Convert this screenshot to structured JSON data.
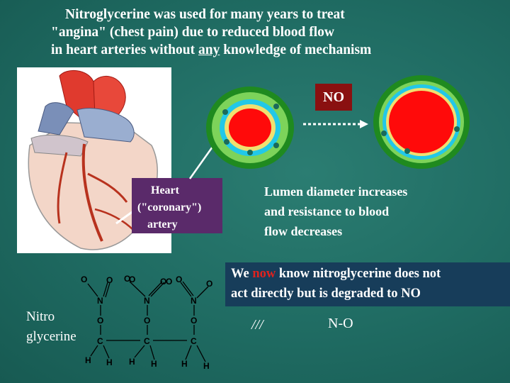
{
  "title": {
    "line1": "Nitroglycerine was used for many years to treat",
    "line2": "\"angina\" (chest pain) due to reduced blood flow",
    "line3_pre": "in heart arteries without ",
    "line3_em": "any",
    "line3_post": " knowledge of mechanism"
  },
  "heart_label": {
    "line1": "Heart",
    "line2": "(\"coronary\")",
    "line3": "artery"
  },
  "no_label": "NO",
  "lumen_text": {
    "line1": "Lumen diameter increases",
    "line2": "and resistance to blood",
    "line3": "flow decreases"
  },
  "now_text": {
    "line1_pre": "We ",
    "line1_now": "now",
    "line1_post": " know nitroglycerine does not",
    "line2": "act directly but is degraded to NO"
  },
  "molecule_label": {
    "line1": "Nitro",
    "line2": "glycerine"
  },
  "bond_slashes": "///",
  "bond_label": "N-O",
  "chem_atoms": {
    "O": "O",
    "N": "N",
    "C": "C",
    "H": "H"
  },
  "colors": {
    "background": "#1f6b62",
    "title_text": "#ffffff",
    "label_box": "#5a2a6a",
    "no_box": "#8a1010",
    "now_box": "#173d5a",
    "now_word": "#e0221e",
    "lumen_red": "#ff0a0a",
    "vessel_green": "#2e8b2e",
    "vessel_cyan": "#22c8e8"
  }
}
